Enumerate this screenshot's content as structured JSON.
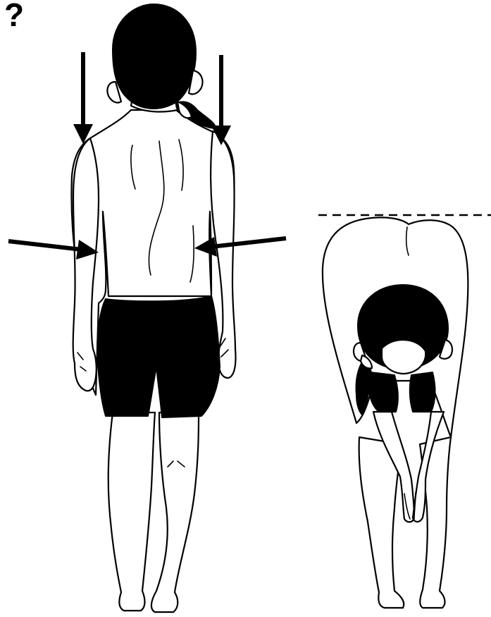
{
  "header": {
    "question_mark": "?"
  },
  "figures": {
    "standing_back_view": {
      "arrows_down": 2,
      "arrows_inward": 2
    },
    "forward_bend_view": {
      "reference_line": "dashed"
    }
  },
  "colors": {
    "ink": "#000000",
    "background": "#ffffff"
  }
}
